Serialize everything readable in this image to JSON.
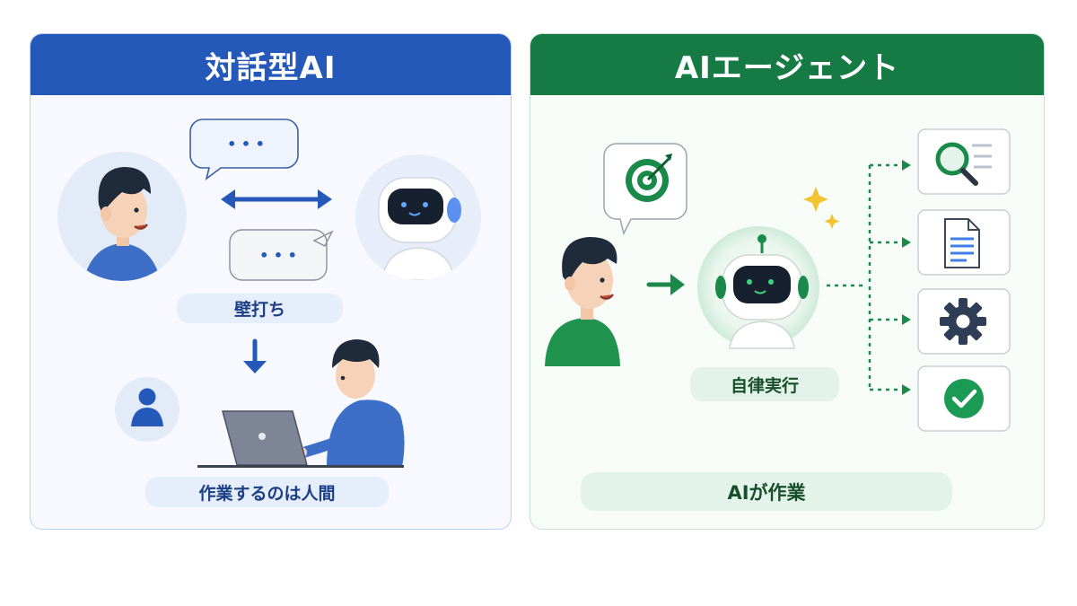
{
  "left_panel": {
    "title": "対話型AI",
    "chat_bubble_top": "• • •",
    "chat_bubble_bottom": "• • •",
    "label_brainstorm": "壁打ち",
    "label_human_work": "作業するのは人間",
    "icons": [
      "person-avatar-icon",
      "robot-icon",
      "double-arrow-icon",
      "down-arrow-icon",
      "user-icon",
      "laptop-icon"
    ],
    "accent_color": "#2458b9"
  },
  "right_panel": {
    "title": "AIエージェント",
    "label_autonomous": "自律実行",
    "label_ai_work": "AIが作業",
    "icons": [
      "target-icon",
      "robot-icon",
      "sparkle-icon",
      "search-icon",
      "document-icon",
      "gear-icon",
      "check-icon"
    ],
    "accent_color": "#157a43"
  }
}
